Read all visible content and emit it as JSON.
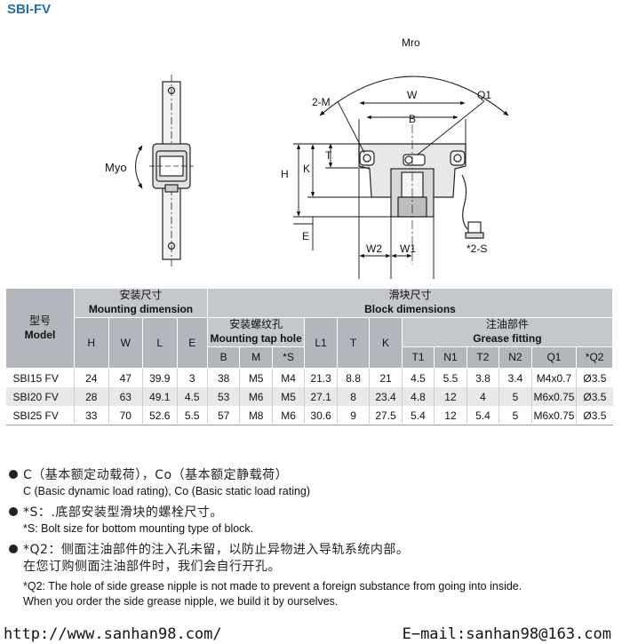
{
  "title": "SBI-FV",
  "drawing": {
    "labels": {
      "mro": "Mro",
      "myo": "Myo",
      "two_m": "2-M",
      "w": "W",
      "b": "B",
      "q1": "Q1",
      "h": "H",
      "k": "K",
      "t": "T",
      "e": "E",
      "w2": "W2",
      "w1": "W1",
      "two_s": "*2-S"
    }
  },
  "table": {
    "model_zh": "型号",
    "model_en": "Model",
    "mounting_zh": "安装尺寸",
    "mounting_en": "Mounting dimension",
    "block_zh": "滑块尺寸",
    "block_en": "Block dimensions",
    "tap_zh": "安装螺纹孔",
    "tap_en": "Mounting tap hole",
    "grease_zh": "注油部件",
    "grease_en": "Grease fitting",
    "cols": {
      "H": "H",
      "W": "W",
      "L": "L",
      "E": "E",
      "B": "B",
      "M": "M",
      "S": "*S",
      "L1": "L1",
      "T": "T",
      "K": "K",
      "T1": "T1",
      "N1": "N1",
      "T2": "T2",
      "N2": "N2",
      "Q1": "Q1",
      "Q2": "*Q2"
    },
    "rows": [
      [
        "SBI15 FV",
        "24",
        "47",
        "39.9",
        "3",
        "38",
        "M5",
        "M4",
        "21.3",
        "8.8",
        "21",
        "4.5",
        "5.5",
        "3.8",
        "3.4",
        "M4x0.7",
        "Ø3.5"
      ],
      [
        "SBI20 FV",
        "28",
        "63",
        "49.1",
        "4.5",
        "53",
        "M6",
        "M5",
        "27.1",
        "8",
        "23.4",
        "4.8",
        "12",
        "4",
        "5",
        "M6x0.75",
        "Ø3.5"
      ],
      [
        "SBI25 FV",
        "33",
        "70",
        "52.6",
        "5.5",
        "57",
        "M8",
        "M6",
        "30.6",
        "9",
        "27.5",
        "5.4",
        "12",
        "5.4",
        "5",
        "M6x0.75",
        "Ø3.5"
      ]
    ]
  },
  "notes": [
    {
      "zh": "C（基本额定动载荷），Co（基本额定静载荷）",
      "en": "C (Basic dynamic load rating), Co (Basic static load rating)"
    },
    {
      "zh": "*S：.底部安装型滑块的螺栓尺寸。",
      "en": "*S: Bolt size for bottom mounting type of block."
    },
    {
      "zh": "*Q2：侧面注油部件的注入孔未留，以防止异物进入导轨系统内部。",
      "zh2": "在您订购侧面注油部件时，我们会自行开孔。",
      "en": "*Q2: The hole of side grease nipple is not made to prevent a foreign substance from going into inside.",
      "en2": "When you order the side grease nipple, we build it by ourselves."
    }
  ],
  "footer": {
    "url": "http://www.sanhan98.com/",
    "email": "E−mail:sanhan98@163.com"
  }
}
